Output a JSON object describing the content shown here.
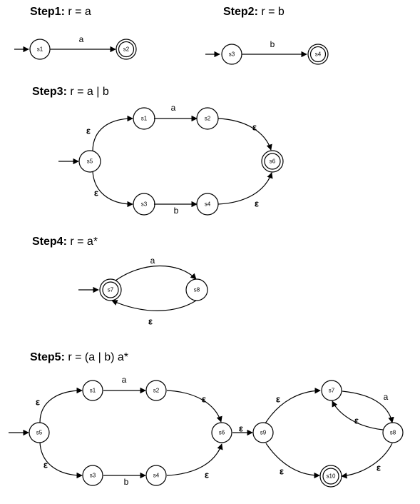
{
  "steps": [
    {
      "heading": "Step1:",
      "formula": " r = a"
    },
    {
      "heading": "Step2:",
      "formula": " r = b"
    },
    {
      "heading": "Step3:",
      "formula": " r = a | b"
    },
    {
      "heading": "Step4:",
      "formula": " r = a*"
    },
    {
      "heading": "Step5:",
      "formula": " r = (a | b) a*"
    }
  ],
  "symbols": {
    "a": "a",
    "b": "b",
    "epsilon": "ε"
  },
  "states": {
    "s1": "s1",
    "s2": "s2",
    "s3": "s3",
    "s4": "s4",
    "s5": "s5",
    "s6": "s6",
    "s7": "s7",
    "s8": "s8",
    "s9": "s9",
    "s10": "s10"
  }
}
